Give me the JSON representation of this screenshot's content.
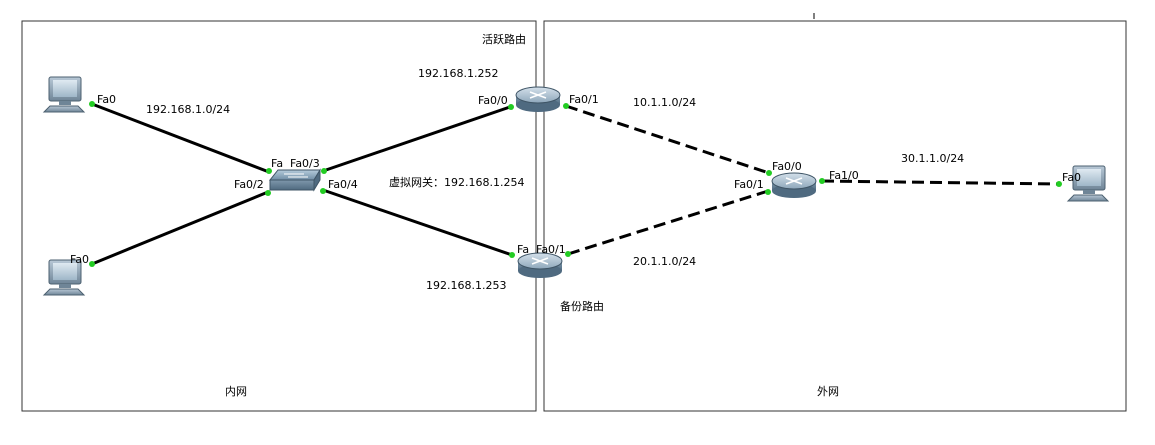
{
  "zones": {
    "intranet": "内网",
    "extranet": "外网"
  },
  "routers": {
    "active": {
      "label": "活跃路由",
      "ip": "192.168.1.252"
    },
    "backup": {
      "label": "备份路由",
      "ip": "192.168.1.253"
    }
  },
  "virtual_gateway": "虚拟网关：192.168.1.254",
  "networks": {
    "lan": "192.168.1.0/24",
    "net10": "10.1.1.0/24",
    "net20": "20.1.1.0/24",
    "net30": "30.1.1.0/24"
  },
  "ports": {
    "pc1_fa0": "Fa0",
    "pc2_fa0": "Fa0",
    "pc3_fa0": "Fa0",
    "sw_fa_trunc": "Fa",
    "sw_fa03": "Fa0/3",
    "sw_fa02": "Fa0/2",
    "sw_fa04": "Fa0/4",
    "r1_fa00": "Fa0/0",
    "r1_fa01": "Fa0/1",
    "r2_fa_trunc": "Fa",
    "r2_fa01": "Fa0/1",
    "r3_fa00": "Fa0/0",
    "r3_fa01": "Fa0/1",
    "r3_fa10": "Fa1/0"
  }
}
